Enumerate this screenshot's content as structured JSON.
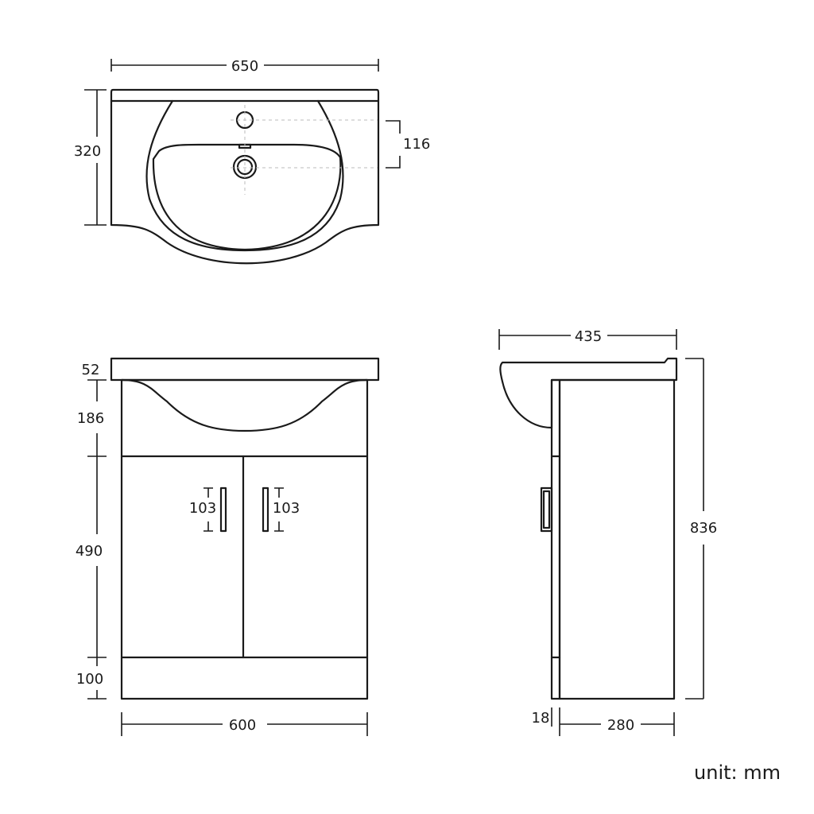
{
  "top_view": {
    "width": "650",
    "depth": "320",
    "tap_to_waste": "116"
  },
  "front_view": {
    "top_height": "52",
    "upper_height": "186",
    "door_height": "490",
    "plinth_height": "100",
    "width": "600",
    "handle_left": "103",
    "handle_right": "103"
  },
  "side_view": {
    "depth_total": "435",
    "height_total": "836",
    "door_thickness": "18",
    "body_depth": "280"
  },
  "unit_label": "unit: mm",
  "colors": {
    "line": "#1a1a1a",
    "background": "#ffffff"
  }
}
